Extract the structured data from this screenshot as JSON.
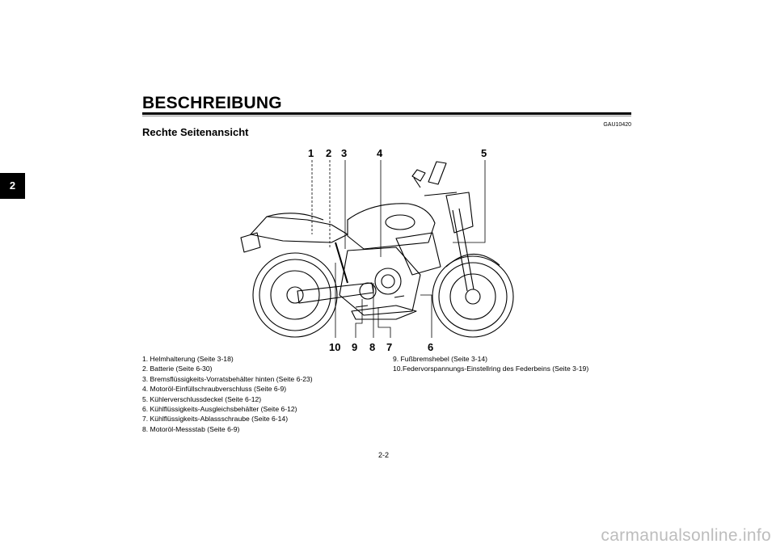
{
  "chapter_tab": "2",
  "header": {
    "title": "BESCHREIBUNG",
    "doc_code": "GAU10420"
  },
  "section": {
    "title": "Rechte Seitenansicht"
  },
  "figure": {
    "callouts_top": [
      "1",
      "2",
      "3",
      "4",
      "5"
    ],
    "callouts_bottom": [
      "10",
      "9",
      "8",
      "7",
      "6"
    ]
  },
  "captions": {
    "left": [
      "1. Helmhalterung (Seite 3-18)",
      "2. Batterie (Seite 6-30)",
      "3. Bremsflüssigkeits-Vorratsbehälter hinten (Seite 6-23)",
      "4. Motoröl-Einfüllschraubverschluss (Seite 6-9)",
      "5. Kühlerverschlussdeckel (Seite 6-12)",
      "6. Kühlflüssigkeits-Ausgleichsbehälter (Seite 6-12)",
      "7. Kühlflüssigkeits-Ablassschraube (Seite 6-14)",
      "8. Motoröl-Messstab (Seite 6-9)"
    ],
    "right": [
      "9. Fußbremshebel (Seite 3-14)",
      "10.Federvorspannungs-Einstellring des Federbeins (Seite 3-19)"
    ]
  },
  "page_number": "2-2",
  "watermark": "carmanualsonline.info"
}
